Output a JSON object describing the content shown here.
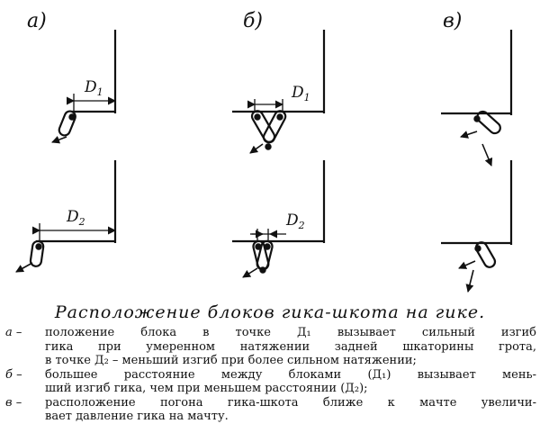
{
  "panels": [
    {
      "label": "а)",
      "dims": [
        "D1",
        "D2"
      ]
    },
    {
      "label": "б)",
      "dims": [
        "D1",
        "D2"
      ]
    },
    {
      "label": "в)",
      "dims": []
    }
  ],
  "caption": "Расположение блоков гика-шкота на гике.",
  "legend": [
    {
      "key": "а –",
      "lines": [
        "положение блока в точке Д₁ вызывает сильный изгиб",
        "гика при умеренном натяжении задней шкаторины грота,",
        "в точке Д₂ – меньший изгиб при более сильном натяжении;"
      ]
    },
    {
      "key": "б –",
      "lines": [
        "большее расстояние между блоками (Д₁) вызывает мень-",
        "ший изгиб гика, чем при меньшем расстоянии (Д₂);"
      ]
    },
    {
      "key": "в –",
      "lines": [
        "расположение погона гика-шкота ближе к мачте увеличи-",
        "вает давление гика на мачту."
      ]
    }
  ]
}
